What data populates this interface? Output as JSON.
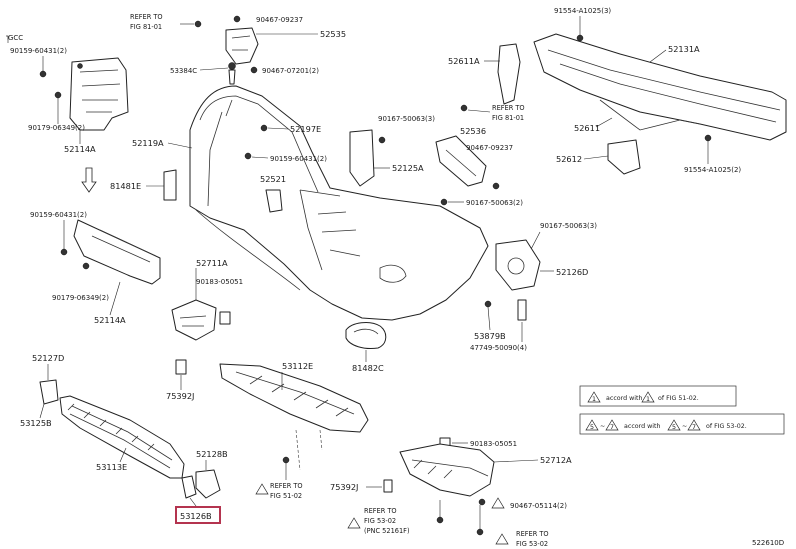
{
  "labels": {
    "gcc": "GCC",
    "refer_fig81_01_top": [
      "REFER TO",
      "FIG 81-01"
    ],
    "p90467_09237_top": "90467-09237",
    "p52535": "52535",
    "p53384c": "53384C",
    "p90467_07201": "90467-07201(2)",
    "p90159_60431_2a": "90159-60431(2)",
    "p90179_06349_2a": "90179-06349(2)",
    "p52114a_top": "52114A",
    "p52119a": "52119A",
    "p52197e": "52197E",
    "p90159_60431_2b": "90159-60431(2)",
    "p81481e": "81481E",
    "p52521": "52521",
    "p90159_60431_2c": "90159-60431(2)",
    "p90179_06349_2b": "90179-06349(2)",
    "p52114a_bottom": "52114A",
    "p52611a": "52611A",
    "refer_fig81_01_mid": [
      "REFER TO",
      "FIG 81-01"
    ],
    "p90167_50063_3a": "90167-50063(3)",
    "p52536": "52536",
    "p90467_09237_mid": "90467-09237",
    "p52125a": "52125A",
    "p90167_50063_2": "90167-50063(2)",
    "p91554_a1025_3": "91554-A1025(3)",
    "p52131a": "52131A",
    "p52611": "52611",
    "p52612": "52612",
    "p91554_a1025_2": "91554-A1025(2)",
    "p90167_50063_3b": "90167-50063(3)",
    "p52126d": "52126D",
    "p52711a": "52711A",
    "p90183_05051_a": "90183-05051",
    "p53879b": "53879B",
    "p47749_50090": "47749-50090(4)",
    "p53112e": "53112E",
    "p81482c": "81482C",
    "p52127d": "52127D",
    "p75392j_a": "75392J",
    "p53125b": "53125B",
    "p53113e": "53113E",
    "p52128b": "52128B",
    "p53126b": "53126B",
    "refer_fig51_02": [
      "REFER TO",
      "FIG 51-02"
    ],
    "p75392j_b": "75392J",
    "p90183_05051_b": "90183-05051",
    "p52712a": "52712A",
    "p90467_05114": "90467-05114(2)",
    "refer_fig53_02_a": [
      "REFER TO",
      "FIG 53-02",
      "(PNC 52161F)"
    ],
    "refer_fig53_02_b": [
      "REFER TO",
      "FIG 53-02"
    ],
    "legend_1": [
      "1",
      "accord with",
      "1",
      "of FIG 51-02."
    ],
    "legend_2": [
      "5",
      "~",
      "7",
      "accord with",
      "5",
      "~",
      "7",
      "of FIG 53-02."
    ],
    "diagram_id": "522610D"
  },
  "highlight": {
    "part": "53126B",
    "color": "#b4344f"
  }
}
